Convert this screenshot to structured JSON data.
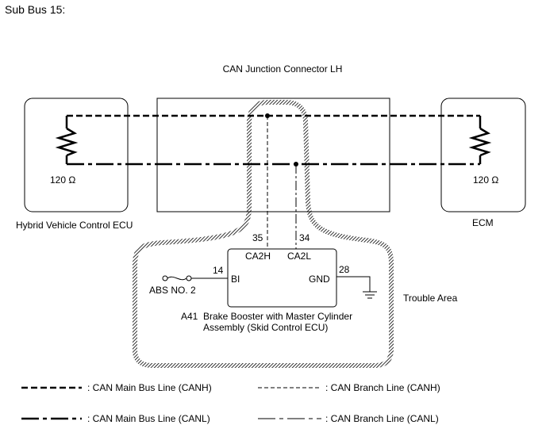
{
  "title": "Sub Bus 15:",
  "junction": {
    "label": "CAN Junction Connector LH"
  },
  "left_ecu": {
    "name": "Hybrid Vehicle Control ECU",
    "resistance": "120 Ω"
  },
  "right_ecu": {
    "name": "ECM",
    "resistance": "120 Ω"
  },
  "branch": {
    "pin_canh": "35",
    "pin_canl": "34",
    "term_canh": "CA2H",
    "term_canl": "CA2L"
  },
  "abs": {
    "label": "ABS NO. 2",
    "pin": "14",
    "terminal": "BI"
  },
  "gnd": {
    "pin": "28",
    "terminal": "GND"
  },
  "brake_ecu": {
    "code": "A41",
    "line1": "Brake Booster with Master Cylinder",
    "line2": "Assembly (Skid Control ECU)"
  },
  "trouble_area": "Trouble Area",
  "legend": {
    "main_canh": ": CAN Main Bus Line (CANH)",
    "branch_canh": ": CAN Branch Line (CANH)",
    "main_canl": ": CAN Main Bus Line (CANL)",
    "branch_canl": ": CAN Branch Line (CANL)"
  },
  "colors": {
    "line": "#000000",
    "background": "#ffffff"
  }
}
